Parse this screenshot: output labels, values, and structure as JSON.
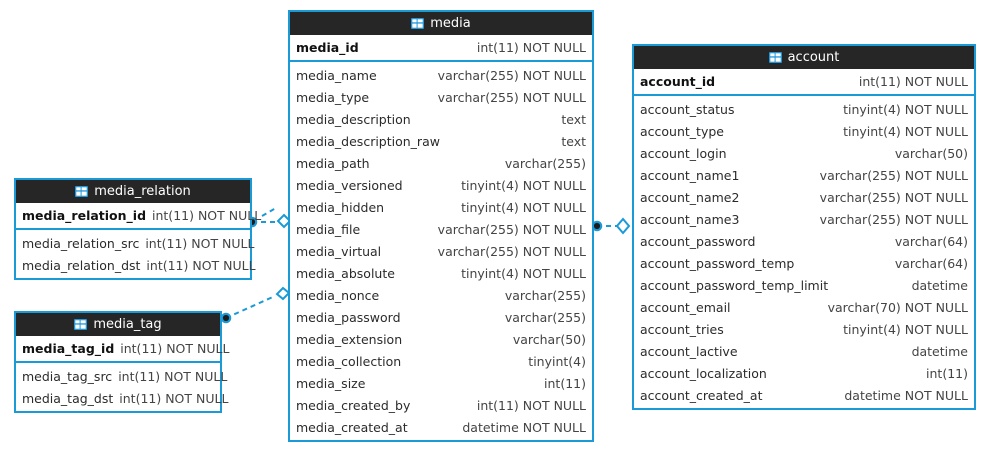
{
  "diagram": {
    "type": "entity-relationship-diagram",
    "accent_color": "#1a9ad6",
    "header_color": "#262626",
    "background_color": "#ffffff",
    "icon_name": "table-icon"
  },
  "entities": [
    {
      "id": "media",
      "name": "media",
      "primary_key": {
        "name": "media_id",
        "type": "int(11) NOT NULL"
      },
      "columns": [
        {
          "name": "media_name",
          "type": "varchar(255) NOT NULL"
        },
        {
          "name": "media_type",
          "type": "varchar(255) NOT NULL"
        },
        {
          "name": "media_description",
          "type": "text"
        },
        {
          "name": "media_description_raw",
          "type": "text"
        },
        {
          "name": "media_path",
          "type": "varchar(255)"
        },
        {
          "name": "media_versioned",
          "type": "tinyint(4) NOT NULL"
        },
        {
          "name": "media_hidden",
          "type": "tinyint(4) NOT NULL"
        },
        {
          "name": "media_file",
          "type": "varchar(255) NOT NULL"
        },
        {
          "name": "media_virtual",
          "type": "varchar(255) NOT NULL"
        },
        {
          "name": "media_absolute",
          "type": "tinyint(4) NOT NULL"
        },
        {
          "name": "media_nonce",
          "type": "varchar(255)"
        },
        {
          "name": "media_password",
          "type": "varchar(255)"
        },
        {
          "name": "media_extension",
          "type": "varchar(50)"
        },
        {
          "name": "media_collection",
          "type": "tinyint(4)"
        },
        {
          "name": "media_size",
          "type": "int(11)"
        },
        {
          "name": "media_created_by",
          "type": "int(11) NOT NULL"
        },
        {
          "name": "media_created_at",
          "type": "datetime NOT NULL"
        }
      ]
    },
    {
      "id": "account",
      "name": "account",
      "primary_key": {
        "name": "account_id",
        "type": "int(11) NOT NULL"
      },
      "columns": [
        {
          "name": "account_status",
          "type": "tinyint(4) NOT NULL"
        },
        {
          "name": "account_type",
          "type": "tinyint(4) NOT NULL"
        },
        {
          "name": "account_login",
          "type": "varchar(50)"
        },
        {
          "name": "account_name1",
          "type": "varchar(255) NOT NULL"
        },
        {
          "name": "account_name2",
          "type": "varchar(255) NOT NULL"
        },
        {
          "name": "account_name3",
          "type": "varchar(255) NOT NULL"
        },
        {
          "name": "account_password",
          "type": "varchar(64)"
        },
        {
          "name": "account_password_temp",
          "type": "varchar(64)"
        },
        {
          "name": "account_password_temp_limit",
          "type": "datetime"
        },
        {
          "name": "account_email",
          "type": "varchar(70) NOT NULL"
        },
        {
          "name": "account_tries",
          "type": "tinyint(4) NOT NULL"
        },
        {
          "name": "account_lactive",
          "type": "datetime"
        },
        {
          "name": "account_localization",
          "type": "int(11)"
        },
        {
          "name": "account_created_at",
          "type": "datetime NOT NULL"
        }
      ]
    },
    {
      "id": "media_relation",
      "name": "media_relation",
      "primary_key": {
        "name": "media_relation_id",
        "type": "int(11) NOT NULL"
      },
      "columns": [
        {
          "name": "media_relation_src",
          "type": "int(11) NOT NULL"
        },
        {
          "name": "media_relation_dst",
          "type": "int(11) NOT NULL"
        }
      ]
    },
    {
      "id": "media_tag",
      "name": "media_tag",
      "primary_key": {
        "name": "media_tag_id",
        "type": "int(11) NOT NULL"
      },
      "columns": [
        {
          "name": "media_tag_src",
          "type": "int(11) NOT NULL"
        },
        {
          "name": "media_tag_dst",
          "type": "int(11) NOT NULL"
        }
      ]
    }
  ],
  "relationships": [
    {
      "id": "rel-media-relation-media",
      "from": "media_relation",
      "to": "media",
      "style": "dashed",
      "from_marker": "filled-circle",
      "to_marker": "open-diamond"
    },
    {
      "id": "rel-media-tag-media",
      "from": "media_tag",
      "to": "media",
      "style": "dashed",
      "from_marker": "filled-circle",
      "to_marker": "open-diamond"
    },
    {
      "id": "rel-media-account",
      "from": "media",
      "to": "account",
      "style": "dashed",
      "from_marker": "filled-circle",
      "to_marker": "open-diamond"
    }
  ]
}
